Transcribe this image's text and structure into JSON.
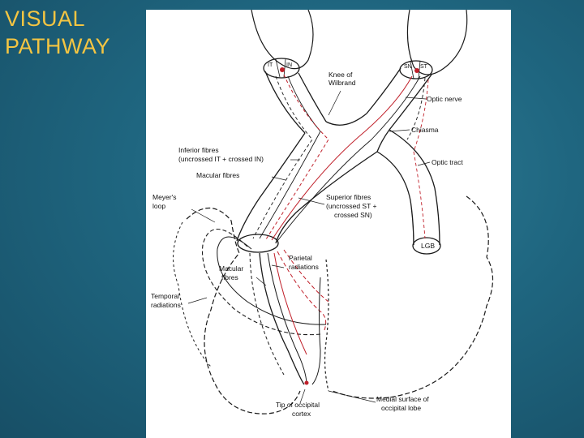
{
  "title": {
    "line1": "VISUAL",
    "line2": "PATHWAY"
  },
  "diagram": {
    "labels": {
      "knee1": "Knee of",
      "knee2": "Wilbrand",
      "optic_nerve": "Optic nerve",
      "chiasma": "Chiasma",
      "optic_tract": "Optic tract",
      "inferior1": "Inferior fibres",
      "inferior2": "(uncrossed IT + crossed IN)",
      "macular_top": "Macular fibres",
      "meyer1": "Meyer's",
      "meyer2": "loop",
      "superior1": "Superior fibres",
      "superior2": "(uncrossed ST +",
      "superior3": "crossed SN)",
      "lgb": "LGB",
      "parietal1": "Parietal",
      "parietal2": "radiations",
      "macular_low1": "Macular",
      "macular_low2": "fibres",
      "temporal1": "Temporal",
      "temporal2": "radiations",
      "tip1": "Tip of occipital",
      "tip2": "cortex",
      "medial1": "Medial surface of",
      "medial2": "occipital lobe"
    },
    "quadrant_labels": {
      "it": "IT",
      "in": "IN",
      "st": "ST",
      "sn": "SN"
    },
    "colors": {
      "outline": "#1a1a1a",
      "red_fibres": "#c0202a",
      "slide_bg": "#1f6680",
      "title": "#f4c542"
    }
  }
}
